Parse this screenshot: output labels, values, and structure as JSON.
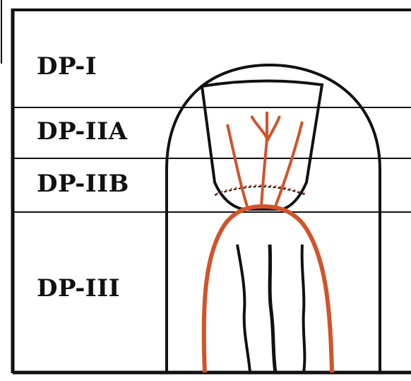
{
  "diagram": {
    "zones": [
      {
        "id": "dp1",
        "label": "DP-I"
      },
      {
        "id": "dp2a",
        "label": "DP-IIA"
      },
      {
        "id": "dp2b",
        "label": "DP-IIB"
      },
      {
        "id": "dp3",
        "label": "DP-III"
      }
    ],
    "colors": {
      "outline": "#111111",
      "vessel": "#d2532b",
      "background": "#ffffff"
    }
  }
}
